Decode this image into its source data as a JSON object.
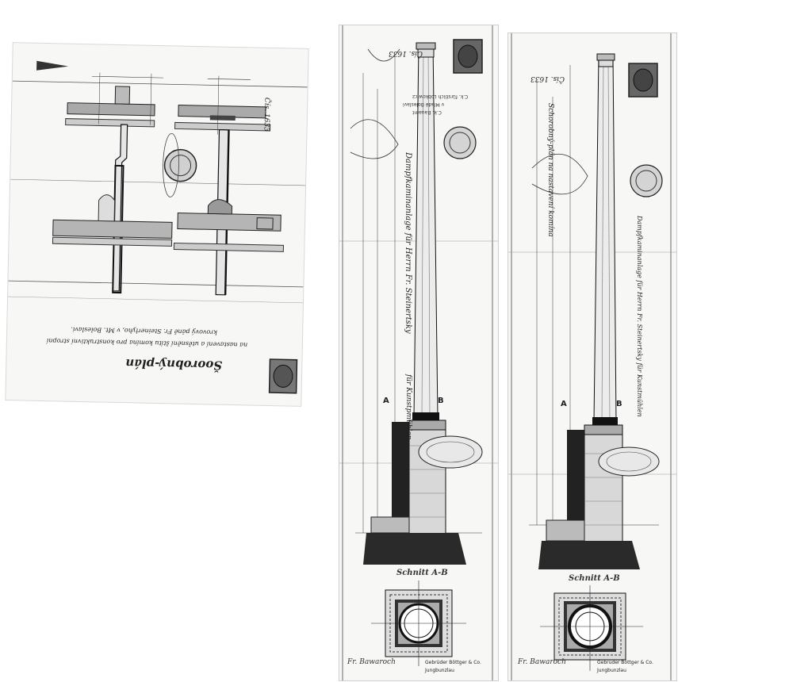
{
  "sheet1": {
    "title": "Šoorobný-plán",
    "subtitle_line1": "na nastavení a utěsnění štítu komína pro konstruktivní stropní",
    "subtitle_line2": "krovový páně Fr. Steinerlyho, v Mt. Boleslavi.",
    "stamp_number": "Čís. 1633"
  },
  "sheet2": {
    "header_number": "Čís. 1633",
    "side_title": "Dampfkaminanlage für Herrn Fr. Steinertsky",
    "side_subtitle": "für Kunstpmühlen",
    "stamp_company_line1": "C.k. fürstlich Lobkowicz",
    "stamp_company_line2": "v Mladé Boleslavi",
    "stamp_company_line3": "C.k. Bauamt",
    "section_label": "Schnitt A-B",
    "left_mark": "A",
    "right_mark": "B",
    "signature": "Fr. Bawaroch",
    "footer_firm": "Gebrüder Böttger & Co.",
    "footer_place": "Jungbunzlau"
  },
  "sheet3": {
    "header_number": "Čís. 1633",
    "side_title": "Schorobný-plán na nastavení komína",
    "side_subtitle": "Dampfkaminanlage für Herrn Fr. Steinertsky für Kunstmühlen",
    "section_label": "Schnitt A-B",
    "left_mark": "A",
    "right_mark": "B",
    "signature": "Fr. Bawaroch",
    "footer_firm": "Gebrüder Böttger & Co.",
    "footer_place": "Jungbunzlau"
  },
  "icons": {
    "stamp_icon": "revenue-stamp-icon",
    "seal_icon": "official-seal-icon"
  },
  "colors": {
    "ink": "#1a1a1a",
    "paper": "#f7f7f5",
    "shadow": "#2a2a2a"
  }
}
